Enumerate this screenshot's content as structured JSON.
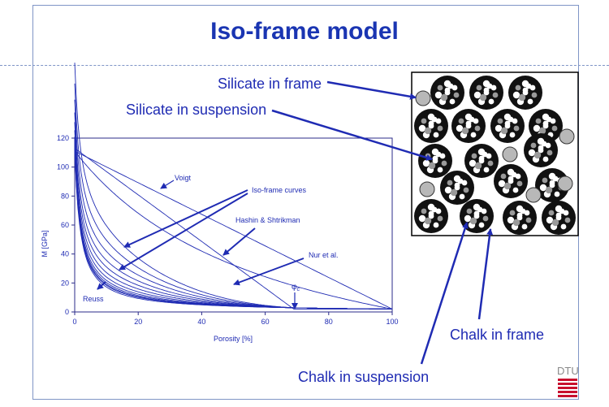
{
  "slide": {
    "title": "Iso-frame model",
    "label_silicate_frame": "Silicate in frame",
    "label_silicate_suspension": "Silicate in suspension",
    "label_chalk_frame": "Chalk in frame",
    "label_chalk_suspension": "Chalk in suspension",
    "logo_text": "DTU"
  },
  "colors": {
    "primary": "#1f2bb3",
    "title": "#1a35b2",
    "border": "#7f95c6",
    "logo_red": "#c8102e"
  },
  "chart_data": {
    "type": "line",
    "xlabel": "Porosity [%]",
    "ylabel": "M [GPa]",
    "xlim": [
      0,
      100
    ],
    "ylim": [
      0,
      120
    ],
    "x_ticks": [
      0,
      20,
      40,
      60,
      80,
      100
    ],
    "y_ticks": [
      0,
      20,
      40,
      60,
      80,
      100,
      120
    ],
    "mineral_modulus": 111,
    "fluid_modulus": 2,
    "critical_porosity": 69,
    "annotations": {
      "voigt": "Voigt",
      "iso_frame": "Iso-frame curves",
      "hashin": "Hashin & Shtrikman",
      "nur": "Nur et al.",
      "reuss": "Reuss",
      "phi": "φ",
      "phi_sub": "c"
    }
  }
}
